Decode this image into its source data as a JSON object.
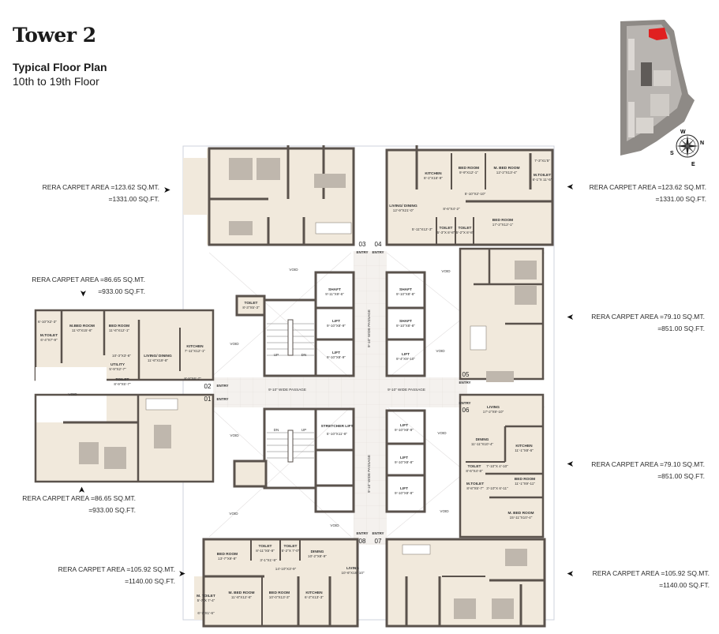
{
  "header": {
    "title": "Tower 2",
    "subtitle": "Typical Floor Plan",
    "floors": "10th to 19th Floor"
  },
  "key_plan": {
    "highlight_color": "#e02020",
    "compass": {
      "n": "N",
      "s": "S",
      "e": "E",
      "w": "W"
    }
  },
  "colors": {
    "room_fill": "#f1e9dc",
    "wall": "#5a524c",
    "passage": "#f4f1ee",
    "void_line": "#d9d6d6"
  },
  "area_labels": [
    {
      "id": "unit-03",
      "sqmt": "RERA CARPET AREA =123.62 SQ.MT.",
      "sqft": "=1331.00 SQ.FT."
    },
    {
      "id": "unit-04",
      "sqmt": "RERA CARPET AREA =123.62 SQ.MT.",
      "sqft": "=1331.00 SQ.FT."
    },
    {
      "id": "unit-02",
      "sqmt": "RERA CARPET AREA =86.65 SQ.MT.",
      "sqft": "=933.00 SQ.FT."
    },
    {
      "id": "unit-05",
      "sqmt": "RERA CARPET AREA =79.10 SQ.MT.",
      "sqft": "=851.00 SQ.FT."
    },
    {
      "id": "unit-01",
      "sqmt": "RERA CARPET AREA =86.65 SQ.MT.",
      "sqft": "=933.00 SQ.FT."
    },
    {
      "id": "unit-06",
      "sqmt": "RERA CARPET AREA =79.10 SQ.MT.",
      "sqft": "=851.00 SQ.FT."
    },
    {
      "id": "unit-08",
      "sqmt": "RERA CARPET AREA =105.92 SQ.MT.",
      "sqft": "=1140.00 SQ.FT."
    },
    {
      "id": "unit-07",
      "sqmt": "RERA CARPET AREA =105.92 SQ.MT.",
      "sqft": "=1140.00 SQ.FT."
    }
  ],
  "units": {
    "u01": "01",
    "u02": "02",
    "u03": "03",
    "u04": "04",
    "u05": "05",
    "u06": "06",
    "u07": "07",
    "u08": "08",
    "entry": "ENTRY"
  },
  "rooms": {
    "u04_kitchen": {
      "name": "KITCHEN",
      "dim": "8'-1\"X16'-9\""
    },
    "u04_bed": {
      "name": "BED ROOM",
      "dim": "9'-9\"X12'-1\""
    },
    "u04_mbed": {
      "name": "M. BED ROOM",
      "dim": "12'-2\"X13'-4\""
    },
    "u04_mtoilet": {
      "name": "M.TOILET",
      "dim": "6'-1\"X 11'-5\""
    },
    "u04_mtoilet_top": {
      "dim": "7'-3\"X1'5\""
    },
    "u04_living": {
      "name": "LIVING/ DINING",
      "dim": "12'-9\"X21'-0\""
    },
    "u04_passage1": {
      "dim": "5'-10\"X2'-10\""
    },
    "u04_passage2": {
      "dim": "8'-6\"X4'-2\""
    },
    "u04_passage3": {
      "dim": "5'-11\"X12'-3\""
    },
    "u04_toilet1": {
      "name": "TOILET",
      "dim": "5'-3\"X 8'-8\""
    },
    "u04_toilet2": {
      "name": "TOILET",
      "dim": "5'-2\"X 8'-8\""
    },
    "u04_bed2": {
      "name": "BED ROOM",
      "dim": "17'-2\"X12'-1\""
    },
    "u02_mbed": {
      "name": "M.BED ROOM",
      "dim": "11'-0\"X15'-6\""
    },
    "u02_bed": {
      "name": "BED ROOM",
      "dim": "11'-6\"X12'-1\""
    },
    "u02_mtoilet": {
      "name": "M.TOILET",
      "dim": "6'-4\"X7'-9\""
    },
    "u02_mtoilet_top": {
      "dim": "6'-10\"X2'-3\""
    },
    "u02_passage": {
      "dim": "10'-3\"X3'-6\""
    },
    "u02_utility": {
      "name": "UTILITY",
      "dim": "5'-9\"X2'-7\""
    },
    "u02_toilet": {
      "name": "TOILET",
      "dim": "8'-9\"X5'-7\""
    },
    "u02_living": {
      "name": "LIVING/ DINING",
      "dim": "11'-6\"X19'-8\""
    },
    "u02_kitchen": {
      "name": "KITCHEN",
      "dim": "7'-11\"X12'-1\""
    },
    "u02_foyer": {
      "dim": "8'-9\"X6'-7\""
    },
    "core_toilet": {
      "name": "TOILET",
      "dim": "8'-3\"X5'-3\""
    },
    "core_shaft1": {
      "name": "SHAFT",
      "dim": "9'-11\"X9'-6\""
    },
    "core_lift1": {
      "name": "LIFT",
      "dim": "9'-10\"X8'-9\""
    },
    "core_lift2": {
      "name": "LIFT",
      "dim": "9'-10\"X8'-9\""
    },
    "core_shaft2": {
      "name": "SHAFT",
      "dim": "9'-10\"X8'-8\""
    },
    "core_shaft3": {
      "name": "SHAFT",
      "dim": "9'-10\"X8'-8\""
    },
    "core_lift3": {
      "name": "LIFT",
      "dim": "9'-4\"X9'-10\""
    },
    "stretcher_lift": {
      "name": "STRETCHER LIFT",
      "dim": "5'-10\"X11'-8\""
    },
    "core_lift4": {
      "name": "LIFT",
      "dim": "9'-10\"X8'-8\""
    },
    "core_lift5": {
      "name": "LIFT",
      "dim": "9'-10\"X8'-8\""
    },
    "core_lift6": {
      "name": "LIFT",
      "dim": "9'-10\"X8'-8\""
    },
    "void": "VOID",
    "stair_up": "UP",
    "stair_dn": "DN",
    "passage_h": "9'-10\" WIDE PASSAGE",
    "passage_v": "9'-10\" WIDE PASSAGE",
    "u06_living": {
      "name": "LIVING",
      "dim": "17'-2\"X9'-10\""
    },
    "u06_dining": {
      "name": "DINING",
      "dim": "11'-11\"X10'-4\""
    },
    "u06_kitchen": {
      "name": "KITCHEN",
      "dim": "11'-1\"X8'-6\""
    },
    "u06_toilet": {
      "name": "TOILET",
      "dim": "8'-6\"X4'-8\""
    },
    "u06_mtoilet": {
      "name": "M.TOILET",
      "dim": "8'-8\"X5'-7\""
    },
    "u06_passage1": {
      "dim": "7'-10\"X 4'-10\""
    },
    "u06_passage2": {
      "dim": "3'-10\"X 6'-11\""
    },
    "u06_bed": {
      "name": "BED ROOM",
      "dim": "11'-1\"X9'-11\""
    },
    "u06_mbed": {
      "name": "M. BED ROOM",
      "dim": "15'-11\"X10'-4\""
    },
    "u08_bed": {
      "name": "BED ROOM",
      "dim": "13'-7\"X9'-8\""
    },
    "u08_toilet1": {
      "name": "TOILET",
      "dim": "8'-11\"X5'-8\""
    },
    "u08_toilet2": {
      "name": "TOILET",
      "dim": "5'-2\"X 7'-0\""
    },
    "u08_passage1": {
      "dim": "3'-1\"X1'-9\""
    },
    "u08_passage2": {
      "dim": "14'-10\"X3'-9\""
    },
    "u08_dining": {
      "name": "DINING",
      "dim": "10'-2\"X8'-9\""
    },
    "u08_living": {
      "name": "LIVING",
      "dim": "10'-6\"X16'-10\""
    },
    "u08_mtoilet": {
      "name": "M. TOILET",
      "dim": "5'-7\"X 7'-4\""
    },
    "u08_mtoilet_bottom": {
      "dim": "6'-7\"X1'-6\""
    },
    "u08_mbed": {
      "name": "M. BED ROOM",
      "dim": "11'-8\"X12'-6\""
    },
    "u08_bed2": {
      "name": "BED ROOM",
      "dim": "10'-0\"X13'-3\""
    },
    "u08_kitchen": {
      "name": "KITCHEN",
      "dim": "6'-2\"X13'-3\""
    }
  }
}
